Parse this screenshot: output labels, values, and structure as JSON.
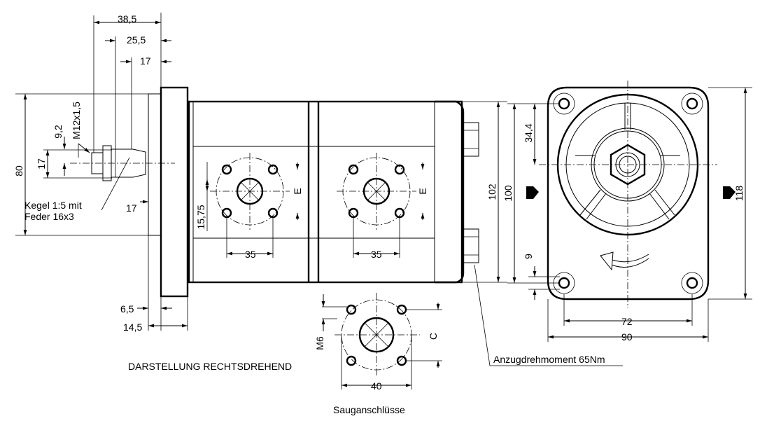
{
  "dimensions": {
    "d_38_5": "38,5",
    "d_25_5": "25,5",
    "d_17_top": "17",
    "d_m12": "M12x1,5",
    "d_9_2": "9,2",
    "d_80": "80",
    "d_17_left": "17",
    "d_17_mid": "17",
    "d_6_5": "6,5",
    "d_14_5": "14,5",
    "d_15_75": "15,75",
    "d_35_a": "35",
    "d_35_b": "35",
    "d_e_a": "E",
    "d_e_b": "E",
    "d_102": "102",
    "d_100": "100",
    "d_118": "118",
    "d_34_4": "34,4",
    "d_9": "9",
    "d_72": "72",
    "d_90": "90",
    "d_m6": "M6",
    "d_c": "C",
    "d_40": "40"
  },
  "labels": {
    "taper_line1": "Kegel 1:5 mit",
    "taper_line2": "Feder 16x3",
    "title": "DARSTELLUNG RECHTSDREHEND",
    "torque": "Anzugdrehmoment 65Nm",
    "suction": "Sauganschlüsse"
  }
}
